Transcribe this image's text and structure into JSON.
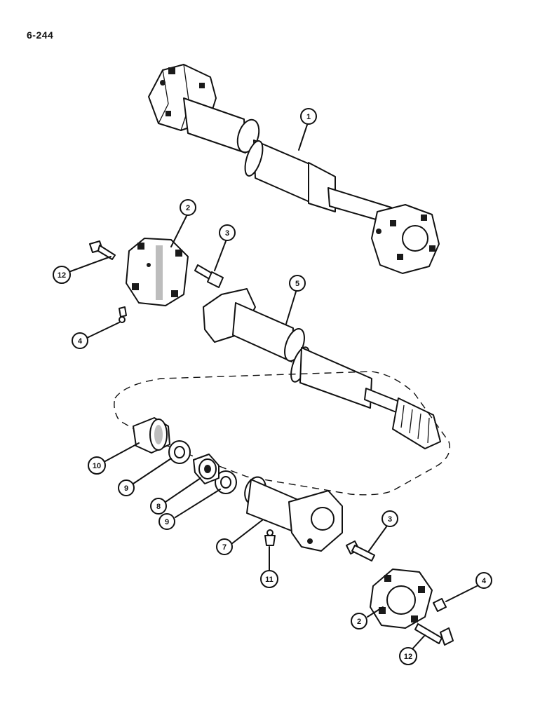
{
  "page_number": "6-244",
  "callouts": {
    "c1": "1",
    "c2a": "2",
    "c2b": "2",
    "c3a": "3",
    "c3b": "3",
    "c4a": "4",
    "c4b": "4",
    "c5": "5",
    "c7": "7",
    "c8": "8",
    "c9a": "9",
    "c9b": "9",
    "c10": "10",
    "c11": "11",
    "c12a": "12",
    "c12b": "12"
  }
}
